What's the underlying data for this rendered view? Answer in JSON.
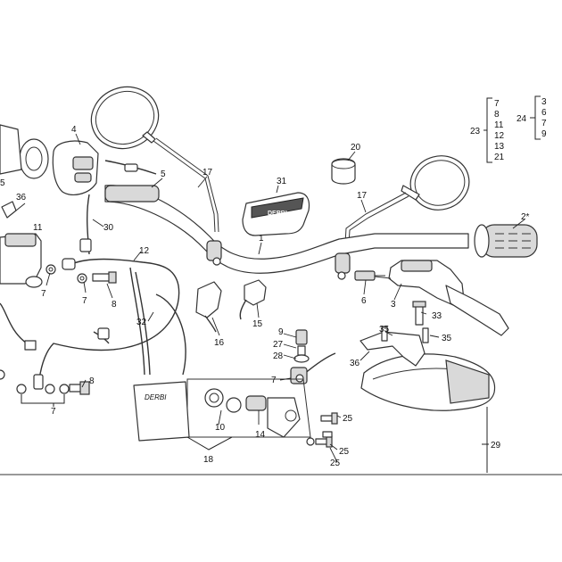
{
  "callouts": {
    "c1": "1",
    "c2": "2*",
    "c3": "3",
    "c4": "4",
    "c5a": "5",
    "c5b": "5",
    "c6": "6",
    "c7a": "7",
    "c7b": "7",
    "c7c": "7",
    "c7d": "7",
    "c8a": "8",
    "c8b": "8",
    "c9": "9",
    "c10": "10",
    "c11": "11",
    "c12": "12",
    "c14": "14",
    "c15": "15",
    "c16": "16",
    "c17a": "17",
    "c17b": "17",
    "c18": "18",
    "c20": "20",
    "c23": "23",
    "c24": "24",
    "c25a": "25",
    "c25b": "25",
    "c25c": "25",
    "c27": "27",
    "c28": "28",
    "c29": "29",
    "c30": "30",
    "c31": "31",
    "c32": "32",
    "c33": "33",
    "c35a": "35",
    "c35b": "35",
    "c36a": "36",
    "c36b": "36"
  },
  "kit23": [
    "7",
    "8",
    "11",
    "12",
    "13",
    "21"
  ],
  "kit24": [
    "3",
    "6",
    "7",
    "9"
  ],
  "logo_text": "DERBI"
}
